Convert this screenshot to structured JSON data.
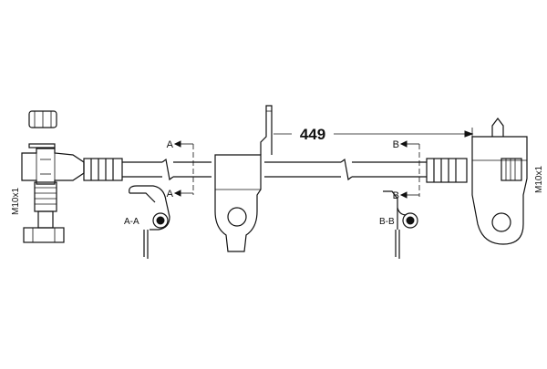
{
  "dimensions": {
    "length": "449",
    "thread_left": "M10x1",
    "thread_right": "M10x1"
  },
  "sections": {
    "a_marker": "A",
    "b_marker": "B",
    "aa_label": "A-A",
    "bb_label": "B-B"
  }
}
